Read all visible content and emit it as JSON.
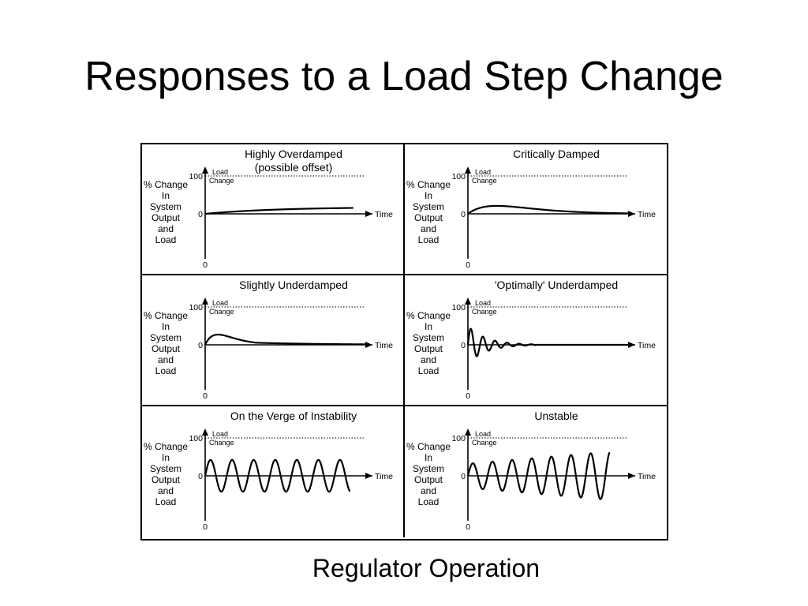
{
  "slide": {
    "title": "Responses to a Load Step Change",
    "caption": "Regulator Operation"
  },
  "figure": {
    "axis": {
      "y_top": "100",
      "y_zero": "0",
      "y_bottom": "0",
      "x_label": "Time",
      "load_label_1": "Load",
      "load_label_2": "Change",
      "y_label_lines": [
        "% Change",
        "In",
        "System",
        "Output",
        "and",
        "Load"
      ]
    },
    "panels": [
      {
        "title_lines": [
          "Highly Overdamped",
          "(possible offset)"
        ],
        "response": "highly_overdamped"
      },
      {
        "title_lines": [
          "Critically Damped"
        ],
        "response": "critically_damped"
      },
      {
        "title_lines": [
          "Slightly Underdamped"
        ],
        "response": "slightly_underdamped"
      },
      {
        "title_lines": [
          "'Optimally' Underdamped"
        ],
        "response": "optimally_underdamped"
      },
      {
        "title_lines": [
          "On the Verge of Instability"
        ],
        "response": "verge_of_instability"
      },
      {
        "title_lines": [
          "Unstable"
        ],
        "response": "unstable"
      }
    ]
  }
}
